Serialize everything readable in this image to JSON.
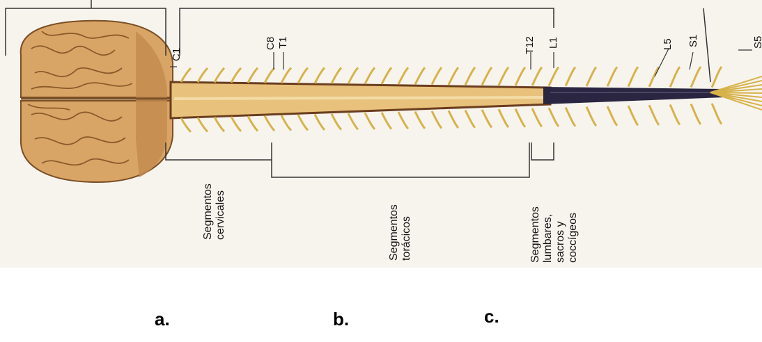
{
  "figure": {
    "segment_markers": [
      "C1",
      "C8",
      "T1",
      "T12",
      "L1",
      "L5",
      "S1",
      "S5"
    ],
    "regions": {
      "cervical": "Segmentos\ncervicales",
      "thoracic": "Segmentos\ntorácicos",
      "lumbar_sacral": "Segmentos\nlumbares,\nsacros y\ncoccígeos"
    }
  },
  "captions": {
    "a": "a.",
    "b": "b.",
    "c": "c."
  },
  "colors": {
    "brain": "#d9a566",
    "brain_shade": "#b57a3f",
    "cord": "#e8c27c",
    "nerve": "#d7b24a",
    "cauda_dark": "#2a2540"
  }
}
